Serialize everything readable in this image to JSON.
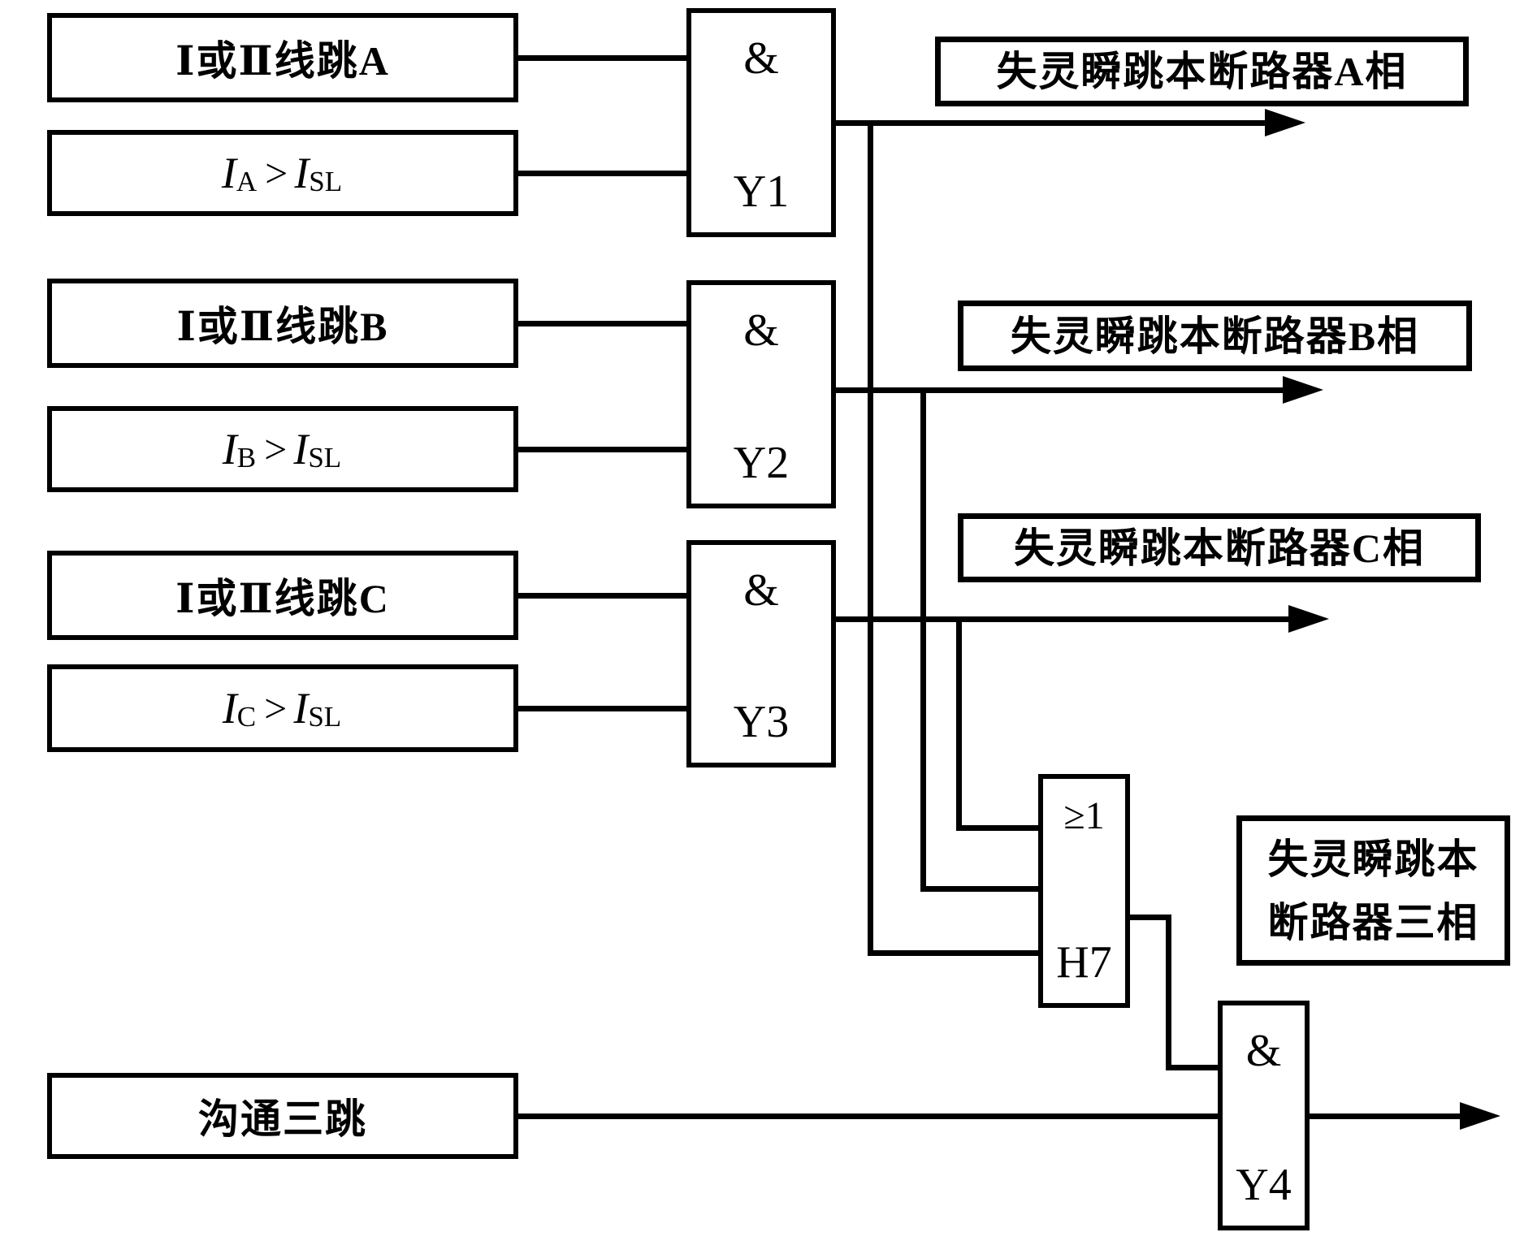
{
  "colors": {
    "background": "#ffffff",
    "line": "#000000",
    "text": "#000000"
  },
  "inputs": [
    {
      "label": "Ⅰ或Ⅱ线跳A"
    },
    {
      "base": "I",
      "sub": "A",
      "op": ">",
      "base2": "I",
      "sub2": "SL"
    },
    {
      "label": "Ⅰ或Ⅱ线跳B"
    },
    {
      "base": "I",
      "sub": "B",
      "op": ">",
      "base2": "I",
      "sub2": "SL"
    },
    {
      "label": "Ⅰ或Ⅱ线跳C"
    },
    {
      "base": "I",
      "sub": "C",
      "op": ">",
      "base2": "I",
      "sub2": "SL"
    },
    {
      "label": "沟通三跳"
    }
  ],
  "gates": {
    "y1": {
      "symbol": "&",
      "id": "Y1"
    },
    "y2": {
      "symbol": "&",
      "id": "Y2"
    },
    "y3": {
      "symbol": "&",
      "id": "Y3"
    },
    "h7": {
      "symbol": "≥1",
      "id": "H7"
    },
    "y4": {
      "symbol": "&",
      "id": "Y4"
    }
  },
  "outputs": {
    "phase_a": "失灵瞬跳本断路器A相",
    "phase_b": "失灵瞬跳本断路器B相",
    "phase_c": "失灵瞬跳本断路器C相",
    "three_phase_line1": "失灵瞬跳本",
    "three_phase_line2": "断路器三相"
  }
}
